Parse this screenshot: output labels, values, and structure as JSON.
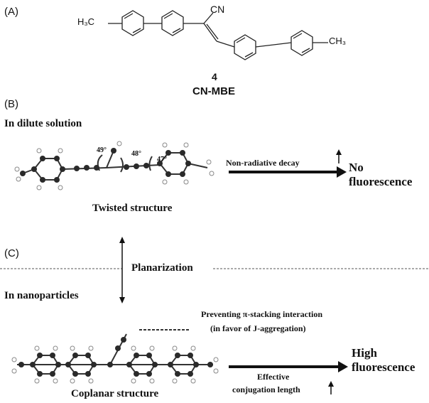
{
  "panels": {
    "a": "(A)",
    "b": "(B)",
    "c": "(C)"
  },
  "molecule": {
    "left_group": "H₃C",
    "right_group": "CH₃",
    "substituent": "CN",
    "compound_number": "4",
    "compound_name": "CN-MBE"
  },
  "panel_b": {
    "condition": "In dilute solution",
    "angle_1": "49°",
    "angle_2": "48°",
    "angle_3": "47°",
    "process": "Non-radiative decay",
    "result_line1": "No",
    "result_line2": "fluorescence",
    "structure": "Twisted structure"
  },
  "transition": {
    "label": "Planarization"
  },
  "panel_c": {
    "condition": "In nanoparticles",
    "note_line1": "Preventing π-stacking interaction",
    "note_line2": "(in favor of J-aggregation)",
    "process_line1": "Effective",
    "process_line2": "conjugation length",
    "result_line1": "High",
    "result_line2": "fluorescence",
    "structure": "Coplanar structure"
  },
  "colors": {
    "ink": "#111111",
    "atom_dark": "#2a2a2a",
    "atom_light": "#bdbdbd"
  }
}
